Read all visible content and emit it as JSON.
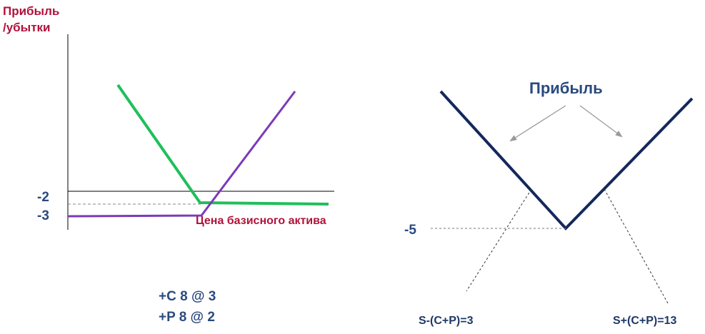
{
  "left": {
    "axis_title_line1": "Прибыль",
    "axis_title_line2": "/убытки",
    "tick_a": "-2",
    "tick_b": "-3",
    "x_label": "Цена базисного актива",
    "position_call": "+C  8 @ 3",
    "position_put": "+P  8 @ 2",
    "colors": {
      "put": "#1fbf5a",
      "call": "#7a3bb8",
      "title": "#b0123b"
    }
  },
  "right": {
    "profit_label": "Прибыль",
    "tick_min": "-5",
    "lower_breakeven": "S-(C+P)=3",
    "upper_breakeven": "S+(C+P)=13",
    "colors": {
      "payoff": "#14285c",
      "arrows": "#9a9a9a"
    }
  }
}
